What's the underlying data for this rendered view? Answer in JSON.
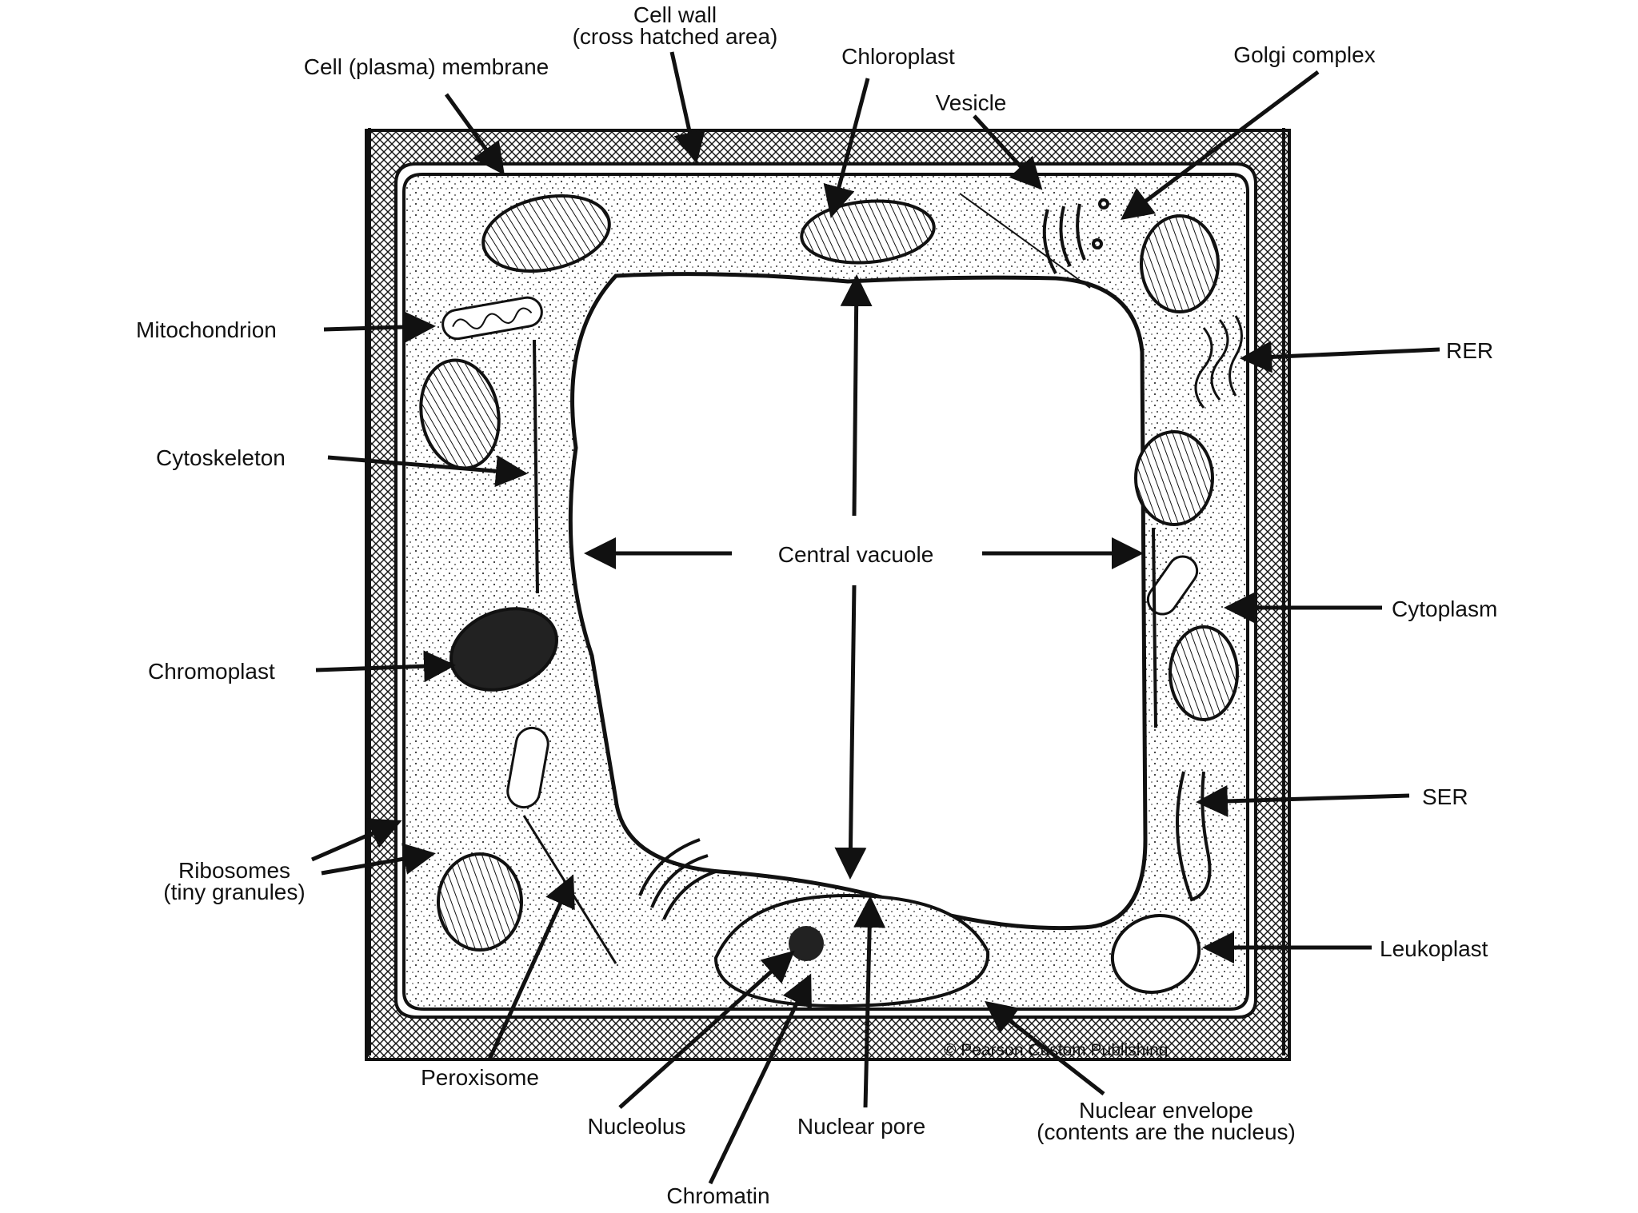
{
  "diagram": {
    "labels": {
      "cell_wall": "Cell wall",
      "cell_wall_note": "(cross hatched area)",
      "plasma_membrane": "Cell (plasma) membrane",
      "chloroplast": "Chloroplast",
      "golgi": "Golgi complex",
      "vesicle": "Vesicle",
      "mitochondrion": "Mitochondrion",
      "rer": "RER",
      "cytoskeleton": "Cytoskeleton",
      "central_vacuole": "Central vacuole",
      "cytoplasm": "Cytoplasm",
      "chromoplast": "Chromoplast",
      "ser": "SER",
      "ribosomes": "Ribosomes",
      "ribosomes_note": "(tiny granules)",
      "leukoplast": "Leukoplast",
      "peroxisome": "Peroxisome",
      "nucleolus": "Nucleolus",
      "nuclear_pore": "Nuclear pore",
      "nuclear_envelope": "Nuclear envelope",
      "nuclear_envelope_note": "(contents are the nucleus)",
      "chromatin": "Chromatin",
      "copyright": "© Pearson Custom Publishing"
    }
  }
}
